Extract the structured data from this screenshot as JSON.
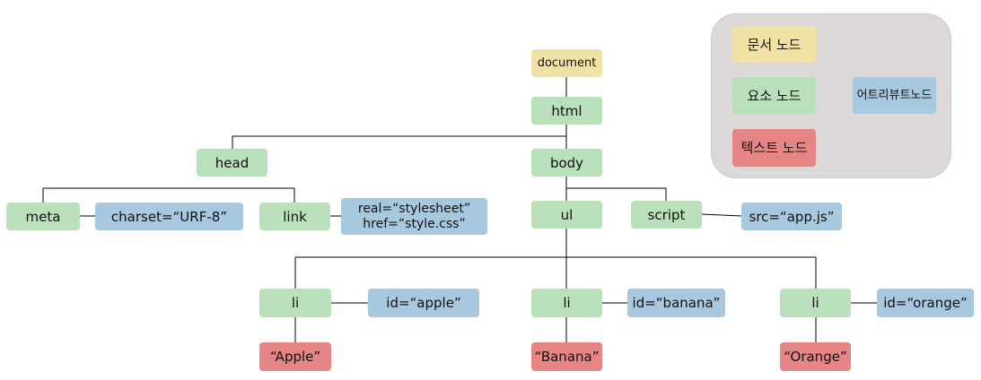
{
  "nodes": {
    "document": "document",
    "html": "html",
    "head": "head",
    "body": "body",
    "meta": "meta",
    "charset": "charset=“URF-8”",
    "link": "link",
    "link_rel": "real=“stylesheet”",
    "link_href": "href=“style.css”",
    "ul": "ul",
    "script": "script",
    "script_src": "src=“app.js”",
    "li_1": "li",
    "li_2": "li",
    "li_3": "li",
    "id_apple": "id=“apple”",
    "id_banana": "id=“banana”",
    "id_orange": "id=“orange”",
    "text_apple": "“Apple”",
    "text_banana": "“Banana”",
    "text_orange": "“Orange”"
  },
  "legend": {
    "document_node": "문서 노드",
    "element_node": "요소 노드",
    "attribute_node": "어트리뷰트노드",
    "text_node": "텍스트 노드"
  },
  "colors": {
    "document": "#f0e2a4",
    "element": "#b9dfbb",
    "attribute": "#a7c8df",
    "text": "#e58585"
  }
}
